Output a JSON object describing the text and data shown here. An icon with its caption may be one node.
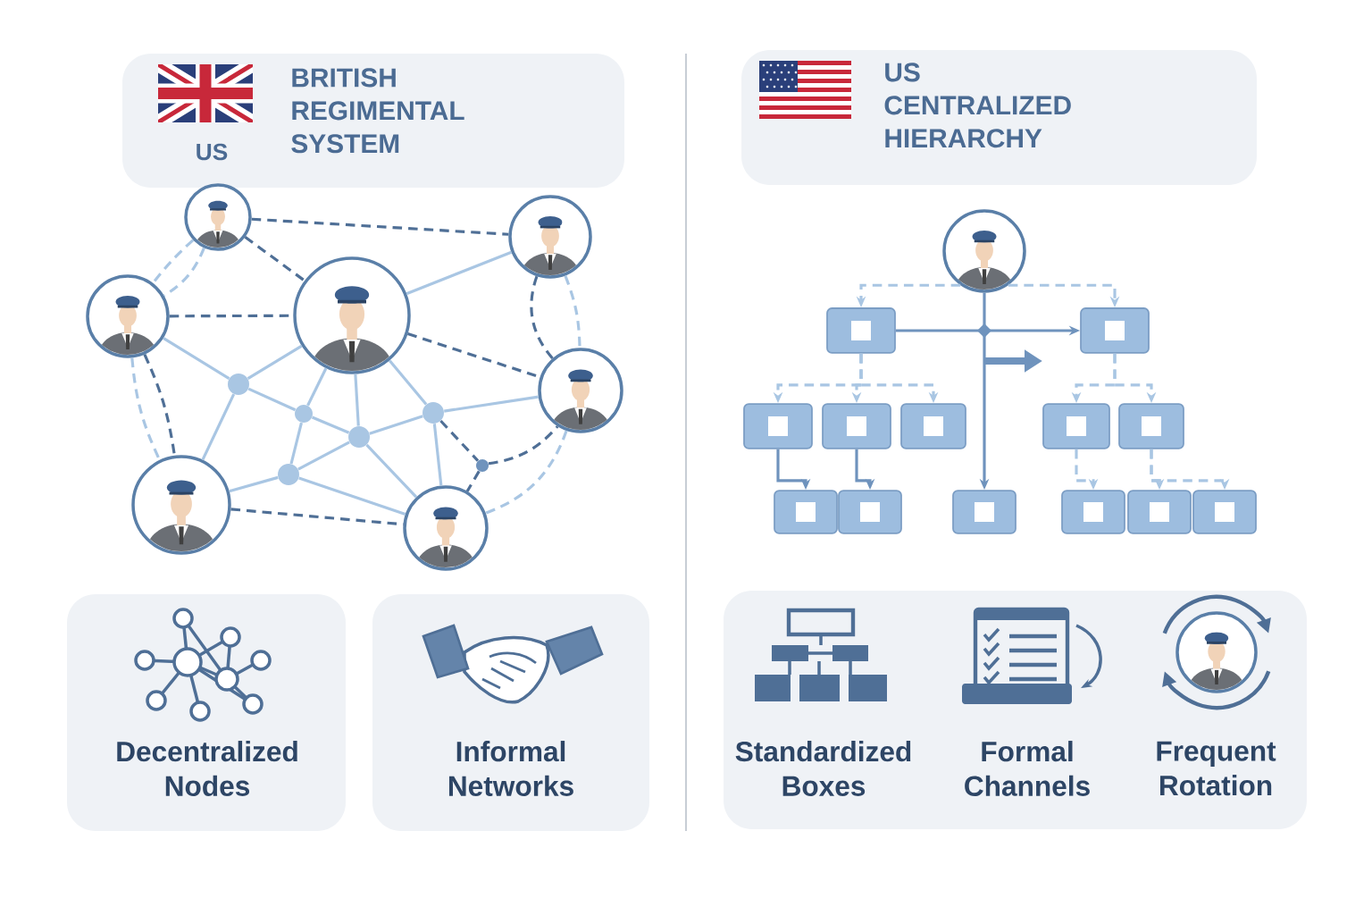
{
  "diagram": {
    "nodes": [
      {
        "text": [
          "BRITISH REGIMENTAL SYSTEM",
          "US"
        ]
      },
      {
        "text": [
          "US CENTRALIZED HIERARCHY"
        ]
      },
      {
        "text": [],
        "shape": "person"
      },
      {
        "text": [],
        "shape": "person"
      },
      {
        "text": [],
        "shape": "person"
      },
      {
        "text": [],
        "shape": "person"
      },
      {
        "text": [],
        "shape": "person"
      },
      {
        "text": [],
        "shape": "person"
      },
      {
        "text": [],
        "shape": "person"
      },
      {
        "text": [],
        "shape": "circle"
      },
      {
        "text": [],
        "shape": "circle"
      },
      {
        "text": [],
        "shape": "circle"
      },
      {
        "text": [],
        "shape": "circle"
      },
      {
        "text": [],
        "shape": "circle"
      },
      {
        "text": [],
        "shape": "circle"
      },
      {
        "text": [],
        "shape": "person"
      },
      {
        "text": [],
        "shape": "box"
      },
      {
        "text": [],
        "shape": "box"
      },
      {
        "text": [],
        "shape": "box"
      },
      {
        "text": [],
        "shape": "box"
      },
      {
        "text": [],
        "shape": "box"
      },
      {
        "text": [],
        "shape": "box"
      },
      {
        "text": [],
        "shape": "box"
      },
      {
        "text": [],
        "shape": "box"
      },
      {
        "text": [],
        "shape": "box"
      },
      {
        "text": [],
        "shape": "box"
      },
      {
        "text": [],
        "shape": "box"
      },
      {
        "text": [],
        "shape": "box"
      },
      {
        "text": [],
        "shape": "box"
      },
      {
        "text": [
          "Decentralized Nodes"
        ]
      },
      {
        "text": [
          "Informal Networks"
        ]
      },
      {
        "text": [
          "Standardized Boxes",
          "Formal Channels",
          "Frequent Rotation"
        ]
      }
    ],
    "edges": [
      {
        "from": 2,
        "to": 3,
        "arrow": "none",
        "style": "dashed",
        "color": "#4f6f96"
      },
      {
        "from": 2,
        "to": 5,
        "arrow": "none",
        "style": "dashed",
        "color": "#4f6f96"
      },
      {
        "from": 2,
        "to": 4,
        "arrow": "none",
        "style": "dashed"
      },
      {
        "from": 2,
        "to": 4,
        "arrow": "none",
        "style": "dashed"
      },
      {
        "from": 4,
        "to": 5,
        "arrow": "none",
        "style": "dashed",
        "color": "#4f6f96"
      },
      {
        "from": 5,
        "to": 3,
        "arrow": "none"
      },
      {
        "from": 3,
        "to": 6,
        "arrow": "none",
        "style": "dashed",
        "color": "#4f6f96"
      },
      {
        "from": 3,
        "to": 6,
        "arrow": "none",
        "style": "dashed"
      },
      {
        "from": 5,
        "to": 6,
        "arrow": "none",
        "style": "dashed",
        "color": "#4f6f96"
      },
      {
        "from": 4,
        "to": 9,
        "arrow": "none"
      },
      {
        "from": 9,
        "to": 5,
        "arrow": "none"
      },
      {
        "from": 9,
        "to": 10,
        "arrow": "none"
      },
      {
        "from": 9,
        "to": 7,
        "arrow": "none"
      },
      {
        "from": 4,
        "to": 7,
        "arrow": "none",
        "style": "dashed"
      },
      {
        "from": 4,
        "to": 7,
        "arrow": "none",
        "style": "dashed",
        "color": "#4f6f96"
      },
      {
        "from": 10,
        "to": 5,
        "arrow": "none"
      },
      {
        "from": 10,
        "to": 13,
        "arrow": "none"
      },
      {
        "from": 5,
        "to": 12,
        "arrow": "none"
      },
      {
        "from": 5,
        "to": 11,
        "arrow": "none"
      },
      {
        "from": 10,
        "to": 12,
        "arrow": "none"
      },
      {
        "from": 12,
        "to": 11,
        "arrow": "none"
      },
      {
        "from": 11,
        "to": 6,
        "arrow": "none"
      },
      {
        "from": 12,
        "to": 13,
        "arrow": "none"
      },
      {
        "from": 12,
        "to": 8,
        "arrow": "none"
      },
      {
        "from": 13,
        "to": 7,
        "arrow": "none"
      },
      {
        "from": 13,
        "to": 8,
        "arrow": "none"
      },
      {
        "from": 11,
        "to": 8,
        "arrow": "none"
      },
      {
        "from": 11,
        "to": 14,
        "arrow": "none",
        "style": "dashed",
        "color": "#4f6f96"
      },
      {
        "from": 14,
        "to": 6,
        "arrow": "none",
        "style": "dashed",
        "color": "#4f6f96"
      },
      {
        "from": 14,
        "to": 8,
        "arrow": "none",
        "style": "dashed",
        "color": "#4f6f96"
      },
      {
        "from": 7,
        "to": 8,
        "arrow": "none",
        "style": "dashed",
        "color": "#4f6f96"
      },
      {
        "from": 6,
        "to": 8,
        "arrow": "none",
        "style": "dashed"
      },
      {
        "from": 15,
        "to": 16,
        "arrow": "to",
        "style": "dashed"
      },
      {
        "from": 15,
        "to": 17,
        "arrow": "to",
        "style": "dashed"
      },
      {
        "from": 16,
        "to": 17,
        "arrow": "to",
        "color": "#6f93bd"
      },
      {
        "from": 15,
        "to": 25,
        "arrow": "to",
        "color": "#6f93bd"
      },
      {
        "from": 16,
        "to": 18,
        "arrow": "to",
        "style": "dashed"
      },
      {
        "from": 16,
        "to": 19,
        "arrow": "to",
        "style": "dashed"
      },
      {
        "from": 16,
        "to": 20,
        "arrow": "to",
        "style": "dashed"
      },
      {
        "from": 18,
        "to": 23,
        "arrow": "to",
        "color": "#6f93bd"
      },
      {
        "from": 19,
        "to": 24,
        "arrow": "to",
        "color": "#6f93bd"
      },
      {
        "from": 17,
        "to": 21,
        "arrow": "to",
        "style": "dashed"
      },
      {
        "from": 17,
        "to": 22,
        "arrow": "to",
        "style": "dashed"
      },
      {
        "from": 21,
        "to": 26,
        "arrow": "to",
        "style": "dashed"
      },
      {
        "from": 22,
        "to": 27,
        "arrow": "to",
        "style": "dashed"
      },
      {
        "from": 22,
        "to": 28,
        "arrow": "to",
        "style": "dashed"
      }
    ]
  }
}
